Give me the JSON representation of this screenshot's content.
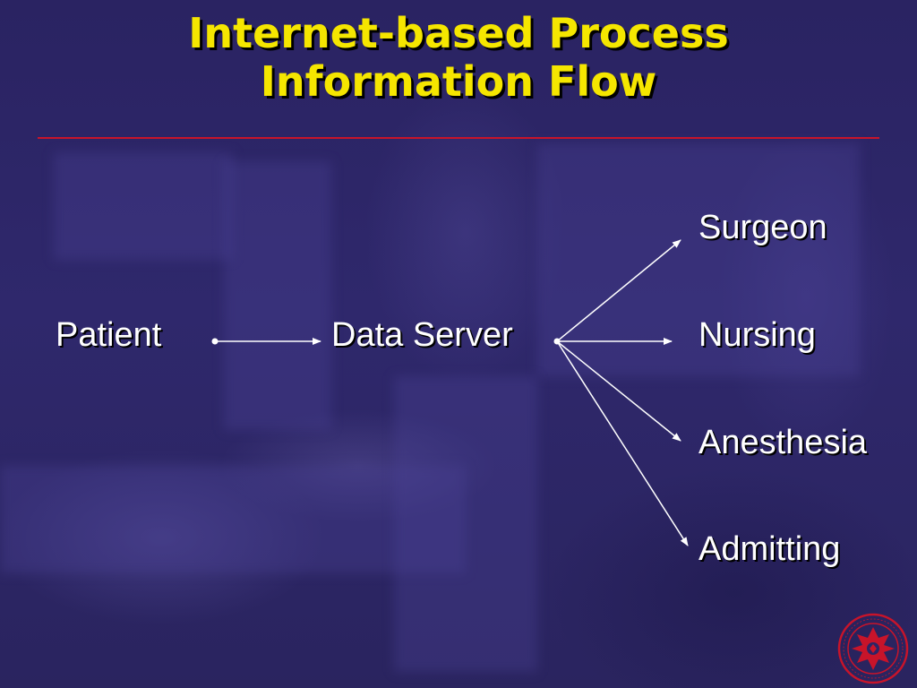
{
  "slide": {
    "title_line1": "Internet-based Process",
    "title_line2": "Information Flow"
  },
  "diagram": {
    "nodes": {
      "patient": "Patient",
      "data_server": "Data Server",
      "surgeon": "Surgeon",
      "nursing": "Nursing",
      "anesthesia": "Anesthesia",
      "admitting": "Admitting"
    },
    "edges": [
      [
        "patient",
        "data_server"
      ],
      [
        "data_server",
        "surgeon"
      ],
      [
        "data_server",
        "nursing"
      ],
      [
        "data_server",
        "anesthesia"
      ],
      [
        "data_server",
        "admitting"
      ]
    ]
  },
  "colors": {
    "background": "#2c2566",
    "title": "#f5e600",
    "rule": "#c8142a",
    "text": "#ffffff",
    "seal": "#c8142a"
  }
}
